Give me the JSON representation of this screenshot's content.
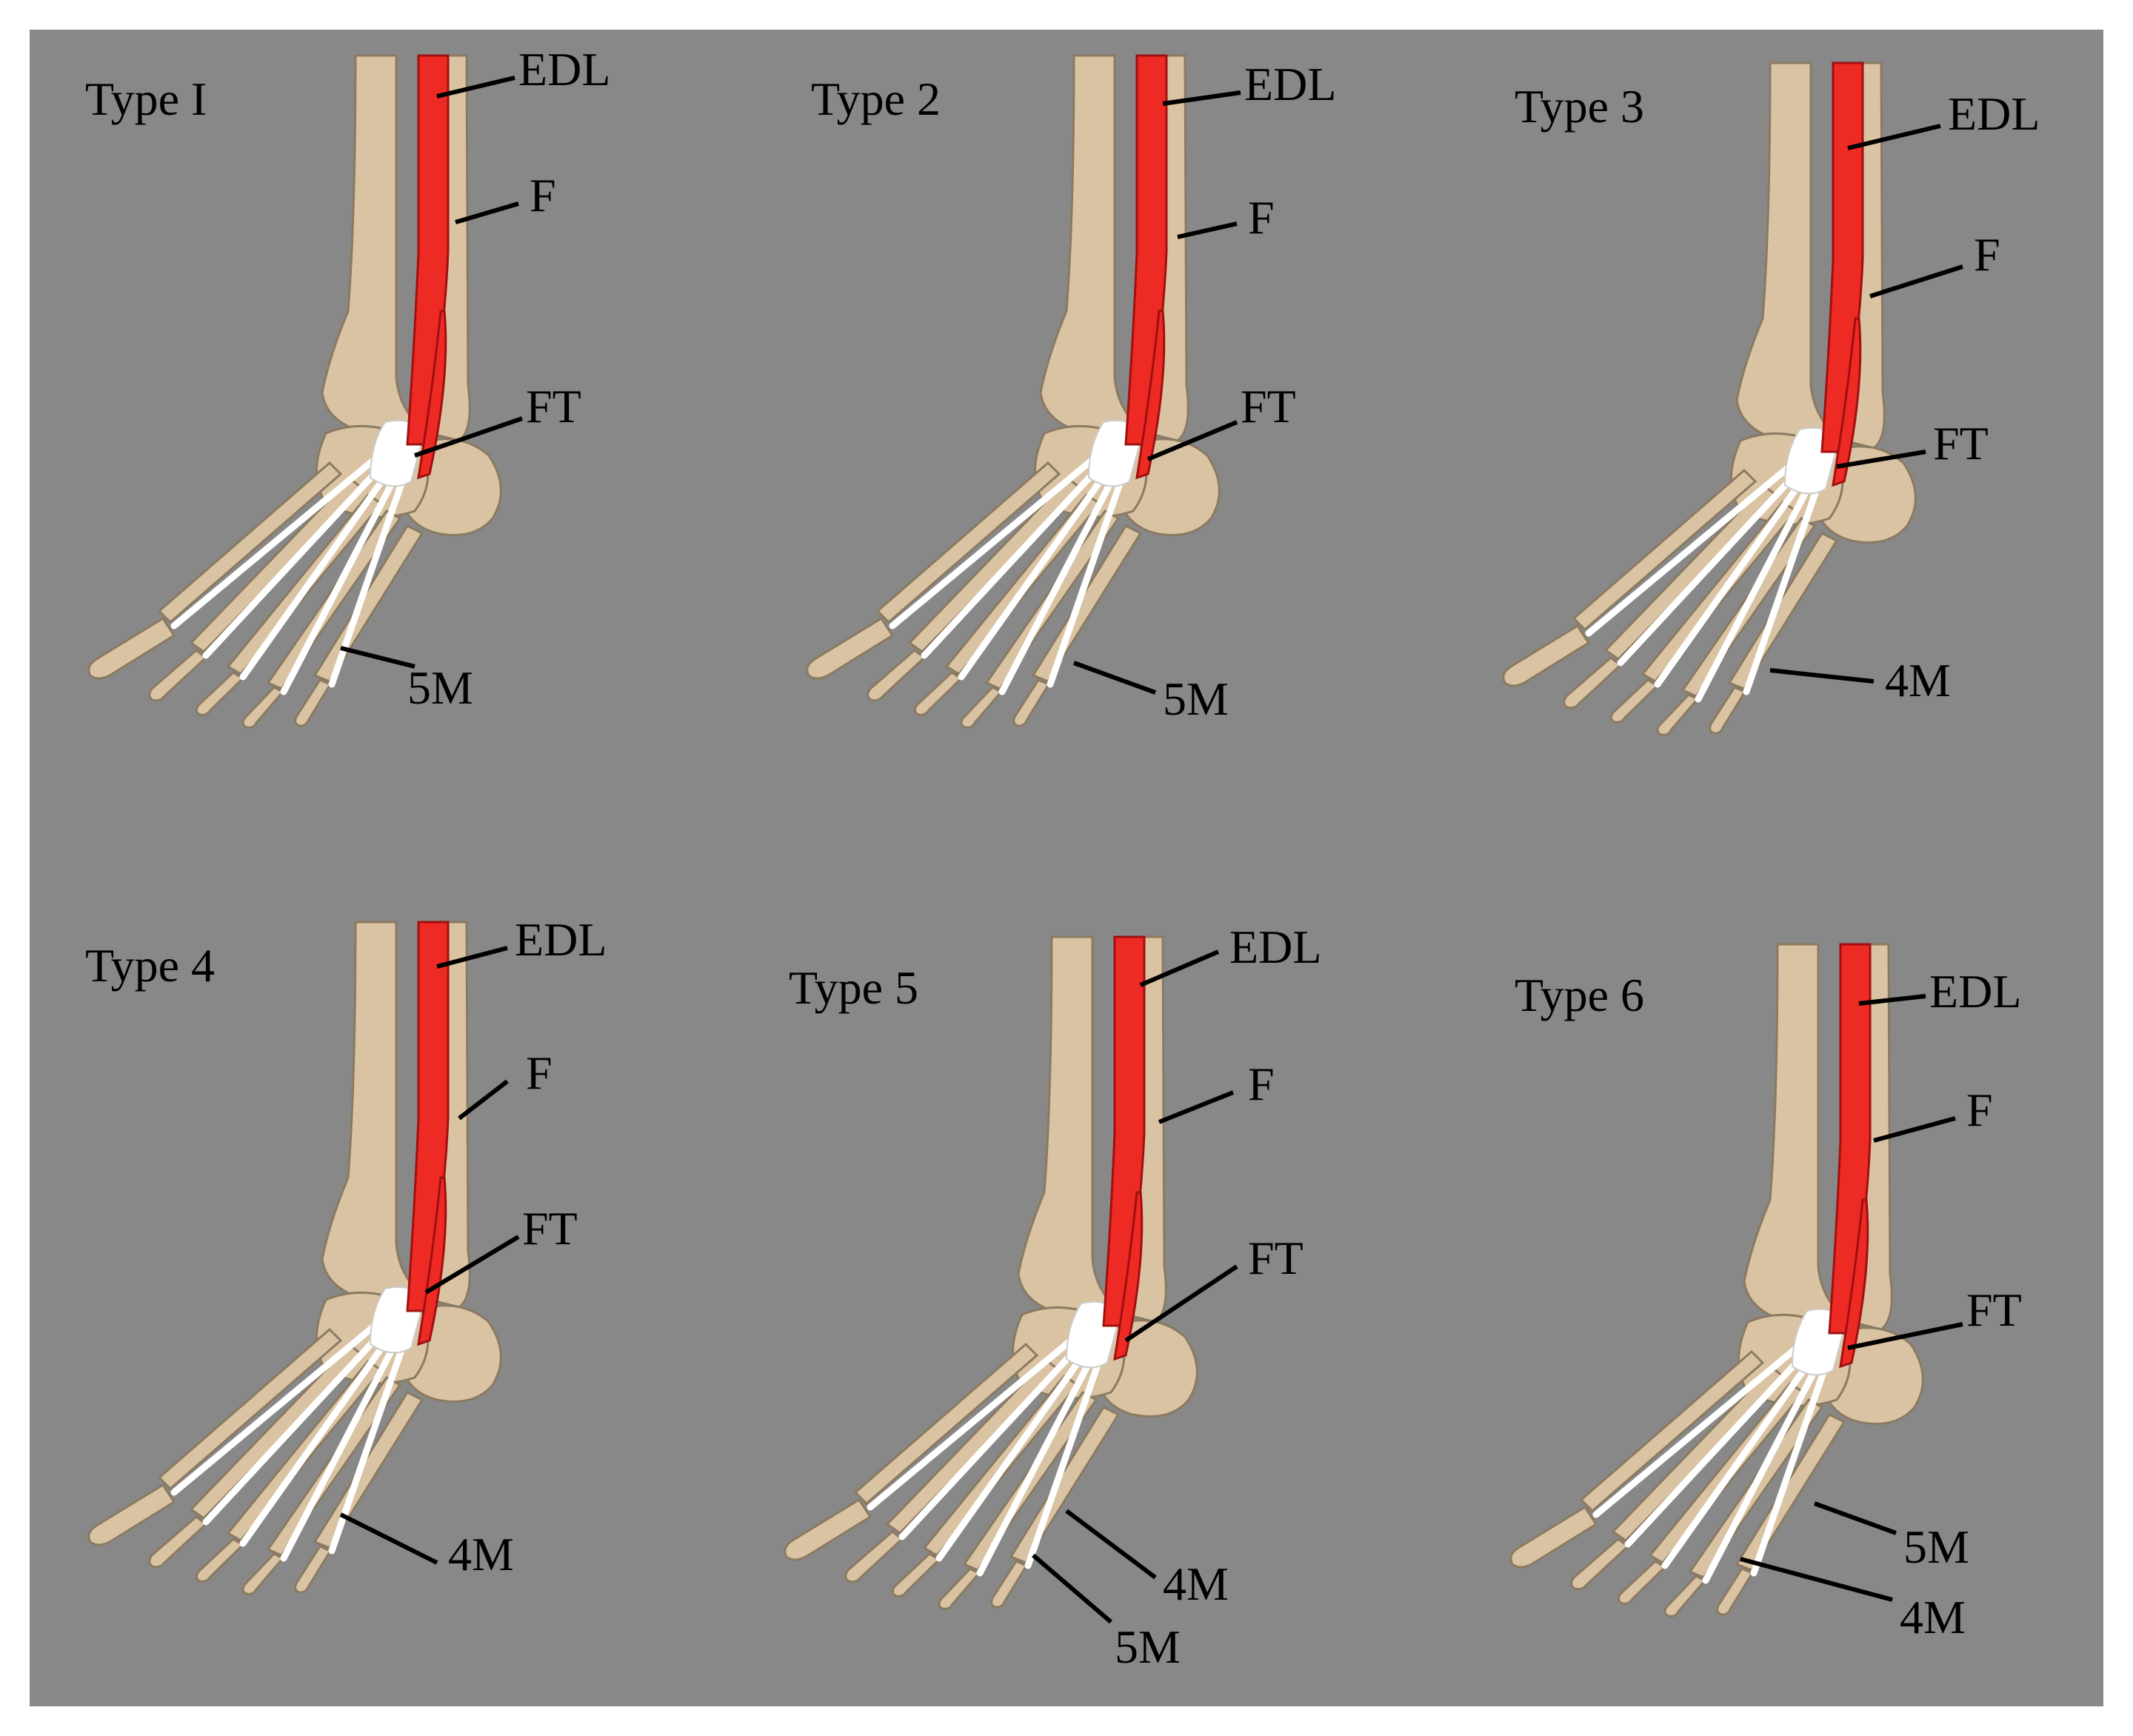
{
  "colors": {
    "background": "#888888",
    "bone": "#d9c3a2",
    "bone_outline": "#8a7a62",
    "tendon_red": "#ee2a24",
    "tendon_white": "#ffffff",
    "line": "#000000"
  },
  "panels": [
    {
      "id": "type1",
      "title": "Type I",
      "labels": {
        "edl": "EDL",
        "f": "F",
        "ft": "FT"
      },
      "foot_labels": [
        "5M"
      ]
    },
    {
      "id": "type2",
      "title": "Type 2",
      "labels": {
        "edl": "EDL",
        "f": "F",
        "ft": "FT"
      },
      "foot_labels": [
        "5M"
      ]
    },
    {
      "id": "type3",
      "title": "Type 3",
      "labels": {
        "edl": "EDL",
        "f": "F",
        "ft": "FT"
      },
      "foot_labels": [
        "4M"
      ]
    },
    {
      "id": "type4",
      "title": "Type 4",
      "labels": {
        "edl": "EDL",
        "f": "F",
        "ft": "FT"
      },
      "foot_labels": [
        "4M"
      ]
    },
    {
      "id": "type5",
      "title": "Type 5",
      "labels": {
        "edl": "EDL",
        "f": "F",
        "ft": "FT"
      },
      "foot_labels": [
        "4M",
        "5M"
      ]
    },
    {
      "id": "type6",
      "title": "Type 6",
      "labels": {
        "edl": "EDL",
        "f": "F",
        "ft": "FT"
      },
      "foot_labels": [
        "5M",
        "4M"
      ]
    }
  ]
}
